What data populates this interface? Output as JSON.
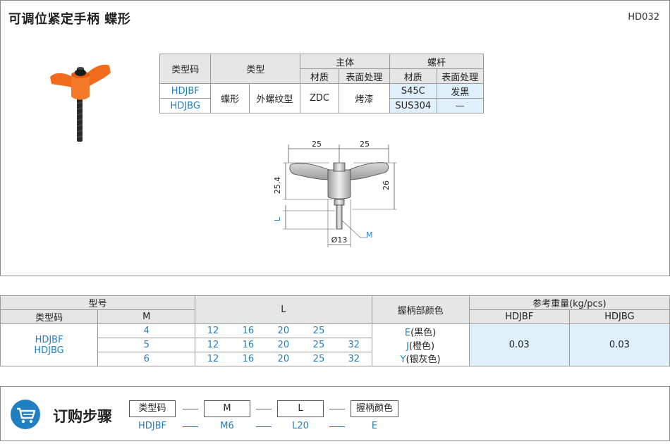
{
  "header": {
    "title": "可调位紧定手柄 蝶形",
    "code": "HD032"
  },
  "spec_table": {
    "h_typecode": "类型码",
    "h_type": "类型",
    "h_body": "主体",
    "h_screw": "螺杆",
    "h_material": "材质",
    "h_surface": "表面处理",
    "h_material2": "材质",
    "h_surface2": "表面处理",
    "rows": [
      {
        "code": "HDJBF",
        "screw_material": "S45C",
        "screw_surface": "发黑"
      },
      {
        "code": "HDJBG",
        "screw_material": "SUS304",
        "screw_surface": "—"
      }
    ],
    "type_shape": "蝶形",
    "type_thread": "外螺纹型",
    "body_material": "ZDC",
    "body_surface": "烤漆"
  },
  "drawing": {
    "dim_left_w": "25",
    "dim_right_w": "25",
    "dim_height": "25.4",
    "dim_total": "26",
    "dim_L": "L",
    "dim_dia": "Ø13",
    "dim_M": "M"
  },
  "size_table": {
    "h_model": "型号",
    "h_typecode": "类型码",
    "h_M": "M",
    "h_L": "L",
    "h_color": "握柄部颜色",
    "h_weight": "参考重量(kg/pcs)",
    "h_w1": "HDJBF",
    "h_w2": "HDJBG",
    "codes": [
      "HDJBF",
      "HDJBG"
    ],
    "rows": [
      {
        "m": "4",
        "l": [
          "12",
          "16",
          "20",
          "25",
          ""
        ]
      },
      {
        "m": "5",
        "l": [
          "12",
          "16",
          "20",
          "25",
          "32"
        ]
      },
      {
        "m": "6",
        "l": [
          "12",
          "16",
          "20",
          "25",
          "32"
        ]
      }
    ],
    "colors": [
      {
        "code": "E",
        "name": "(黑色)"
      },
      {
        "code": "J",
        "name": "(橙色)"
      },
      {
        "code": "Y",
        "name": "(银灰色)"
      }
    ],
    "weight1": "0.03",
    "weight2": "0.03"
  },
  "order": {
    "title": "订购步骤",
    "boxes": [
      "类型码",
      "M",
      "L",
      "握柄颜色"
    ],
    "values": [
      "HDJBF",
      "M6",
      "L20",
      "E"
    ]
  },
  "colors": {
    "accent_blue": "#1f7fc0",
    "handle_orange": "#f26a1b",
    "light_blue": "#dff0fb",
    "header_gray": "#e6e6e6"
  }
}
